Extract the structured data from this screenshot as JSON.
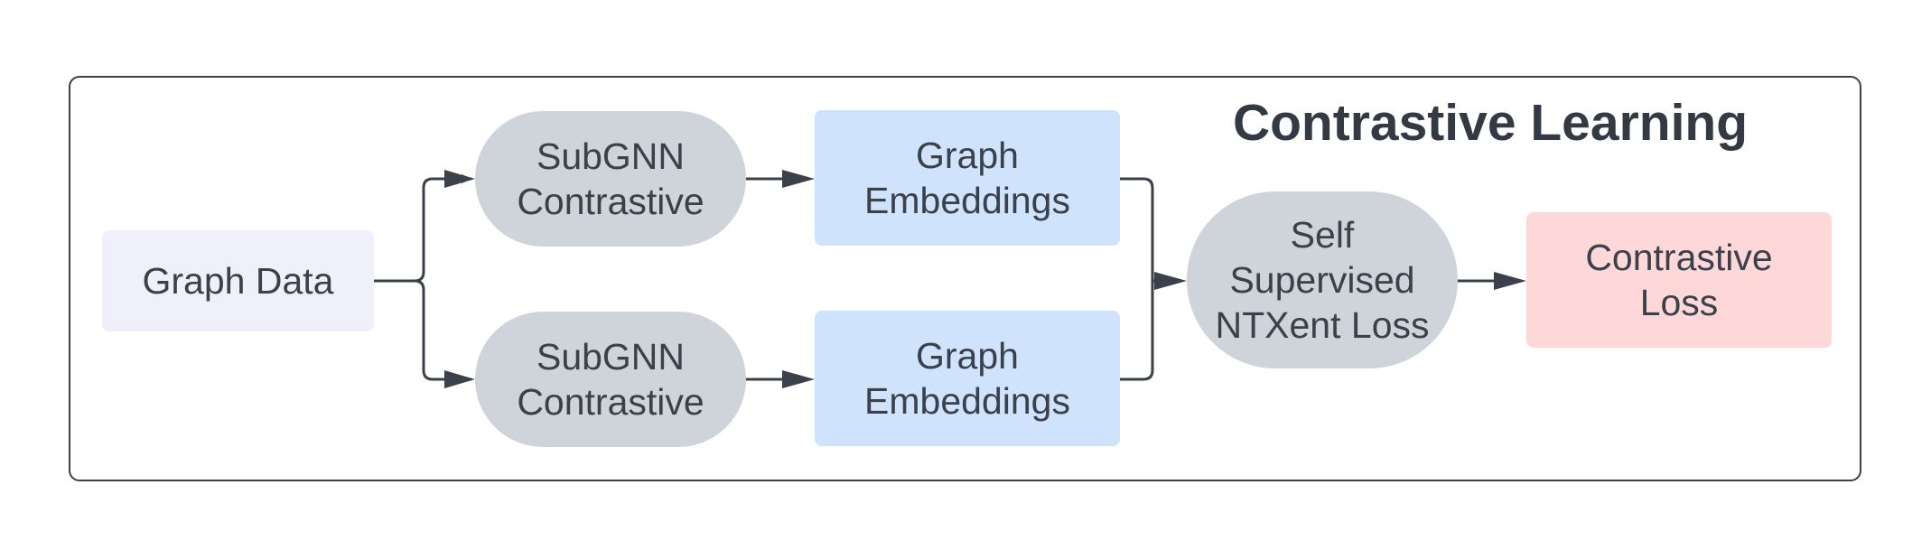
{
  "title": "Contrastive Learning",
  "nodes": {
    "graph_data": "Graph Data",
    "subgnn_top": "SubGNN\nContrastive",
    "subgnn_bottom": "SubGNN\nContrastive",
    "emb_top": "Graph\nEmbeddings",
    "emb_bottom": "Graph\nEmbeddings",
    "ntxent": "Self\nSupervised\nNTXent Loss",
    "loss": "Contrastive\nLoss"
  },
  "colors": {
    "stroke": "#3a414a",
    "data_fill": "#f0f0fd",
    "encoder_fill": "#cfd4db",
    "embedding_fill": "#cfe3fc",
    "loss_fill": "#fed8d8"
  }
}
